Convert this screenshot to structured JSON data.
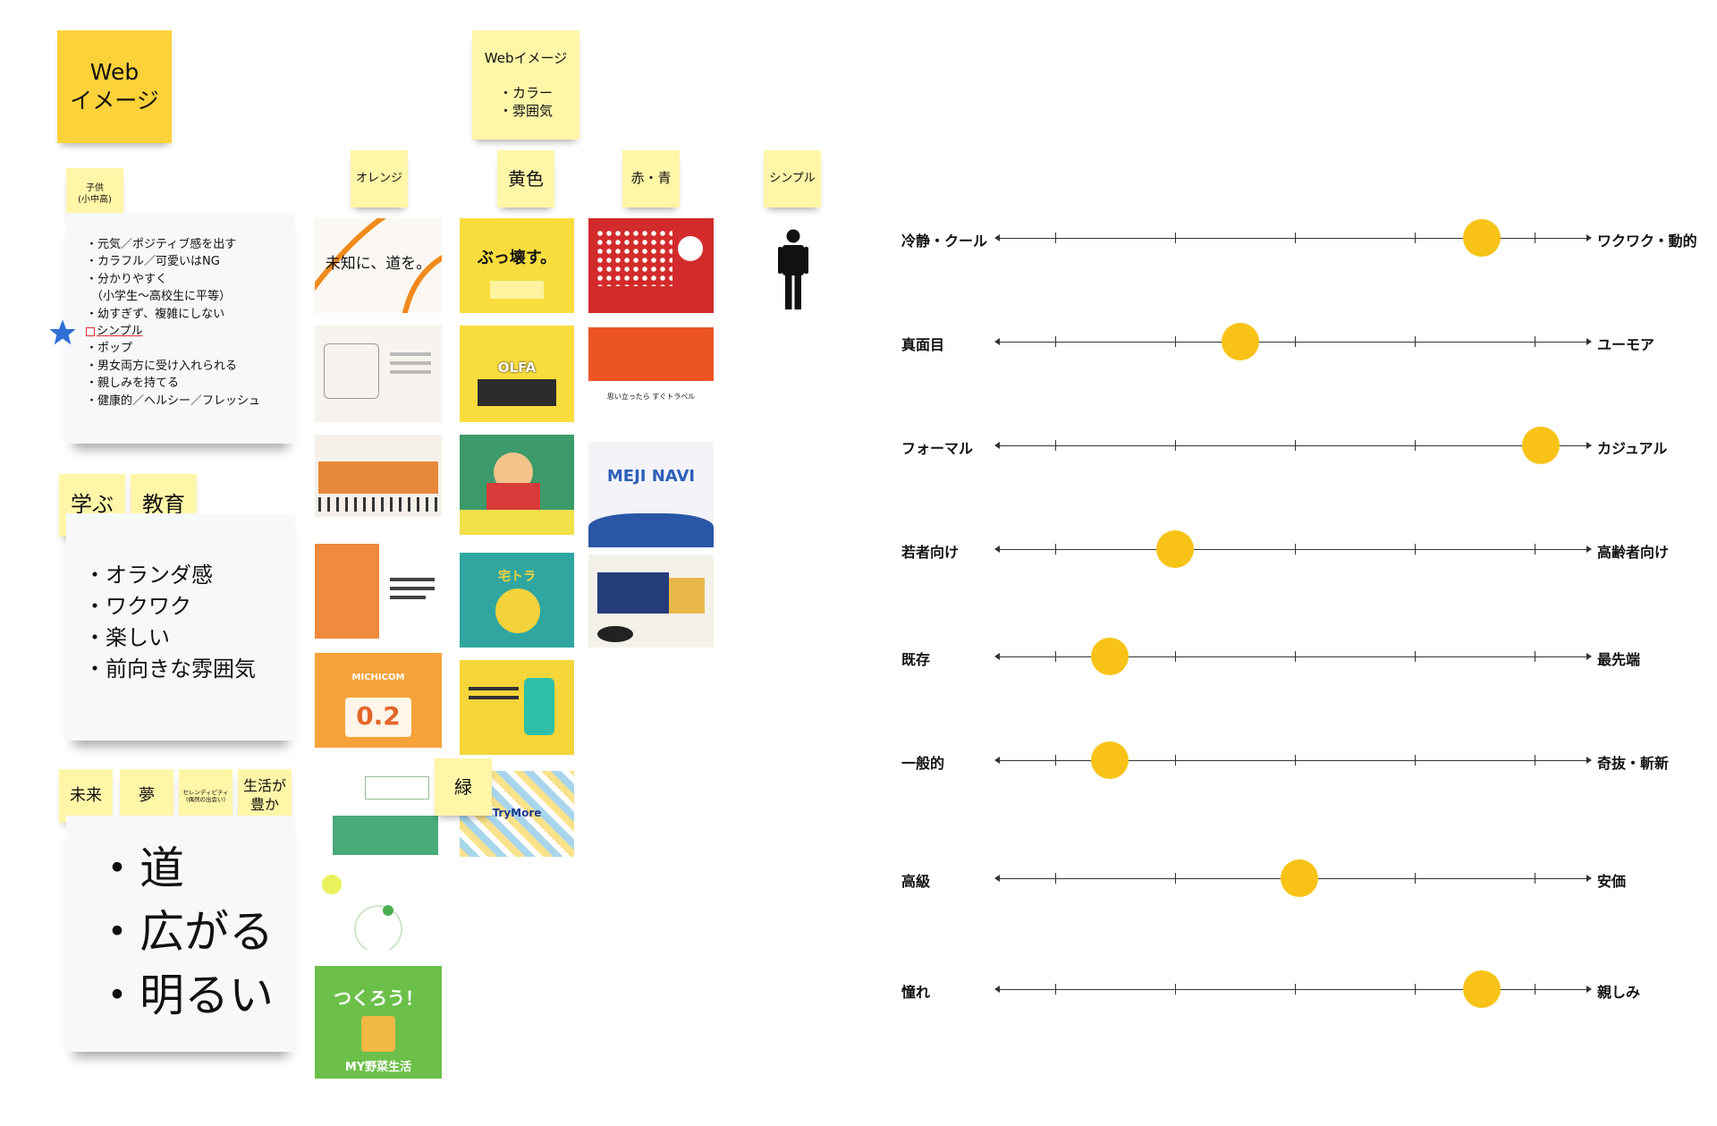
{
  "header_sticky": "Web\nイメージ",
  "web_image_sticky": "Webイメージ\n\n・カラー\n・雰囲気",
  "child_sticky": "子供\n(小中高)",
  "child_list": [
    "・元気／ポジティブ感を出す",
    "・カラフル／可愛いはNG",
    "・分かりやすく",
    "（小学生〜高校生に平等）",
    "・幼すぎず、複雑にしない",
    "シンプル",
    "・ポップ",
    "・男女両方に受け入れられる",
    "・親しみを持てる",
    "・健康的／ヘルシー／フレッシュ"
  ],
  "learn_stickies": [
    "学ぶ",
    "教育"
  ],
  "learn_list": [
    "・オランダ感",
    "・ワクワク",
    "・楽しい",
    "・前向きな雰囲気"
  ],
  "future_stickies": [
    "未来",
    "夢",
    "セレンディピティ\n(偶然の出会い)",
    "生活が\n豊か"
  ],
  "future_list": [
    "・道",
    "・広がる",
    "・明るい"
  ],
  "color_headers": [
    "オレンジ",
    "黄色",
    "赤・青",
    "シンプル"
  ],
  "green_sticky": "緑",
  "thumb_texts": {
    "orange1": "未知に、道を。",
    "yellow1": "ぶっ壊す。",
    "orange5": "MICHICOM",
    "orange5b": "0.2",
    "blue3": "MEJI NAVI",
    "yellow4": "宅トラ",
    "green1": "TryMore",
    "green_last": "つくろう！",
    "green_last2": "MY野菜生活",
    "red2": "思い立ったら すぐトラベル",
    "yellow2": "OLFA"
  },
  "colors": {
    "sticky_light": "#fff6a8",
    "sticky_dark": "#fcd23a",
    "dot": "#f8c316"
  },
  "sliders": [
    {
      "left": "冷静・クール",
      "right": "ワクワク・動的",
      "value": 0.82
    },
    {
      "left": "真面目",
      "right": "ユーモア",
      "value": 0.41
    },
    {
      "left": "フォーマル",
      "right": "カジュアル",
      "value": 0.92
    },
    {
      "left": "若者向け",
      "right": "高齢者向け",
      "value": 0.3
    },
    {
      "left": "既存",
      "right": "最先端",
      "value": 0.19
    },
    {
      "left": "一般的",
      "right": "奇抜・斬新",
      "value": 0.19
    },
    {
      "left": "高級",
      "right": "安価",
      "value": 0.51
    },
    {
      "left": "憧れ",
      "right": "親しみ",
      "value": 0.82
    }
  ]
}
